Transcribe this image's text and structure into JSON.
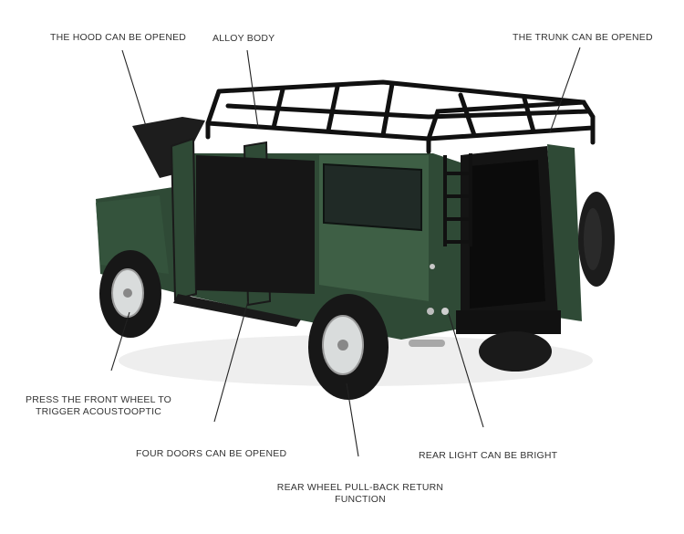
{
  "annotations": {
    "hood": "THE HOOD CAN BE OPENED",
    "alloy": "ALLOY BODY",
    "trunk": "THE TRUNK CAN BE OPENED",
    "front_wheel_line1": "PRESS THE FRONT WHEEL TO",
    "front_wheel_line2": "TRIGGER ACOUSTOOPTIC",
    "doors": "FOUR DOORS CAN BE OPENED",
    "rear_light": "REAR LIGHT CAN BE BRIGHT",
    "rear_wheel_line1": "REAR WHEEL PULL-BACK RETURN",
    "rear_wheel_line2": "FUNCTION"
  },
  "colors": {
    "body_green": "#2f4a36",
    "body_green_light": "#3e5f45",
    "black_trim": "#1b1b1b",
    "rim_silver": "#d9dcdc",
    "label_text": "#333333",
    "leader_line": "#222222"
  }
}
